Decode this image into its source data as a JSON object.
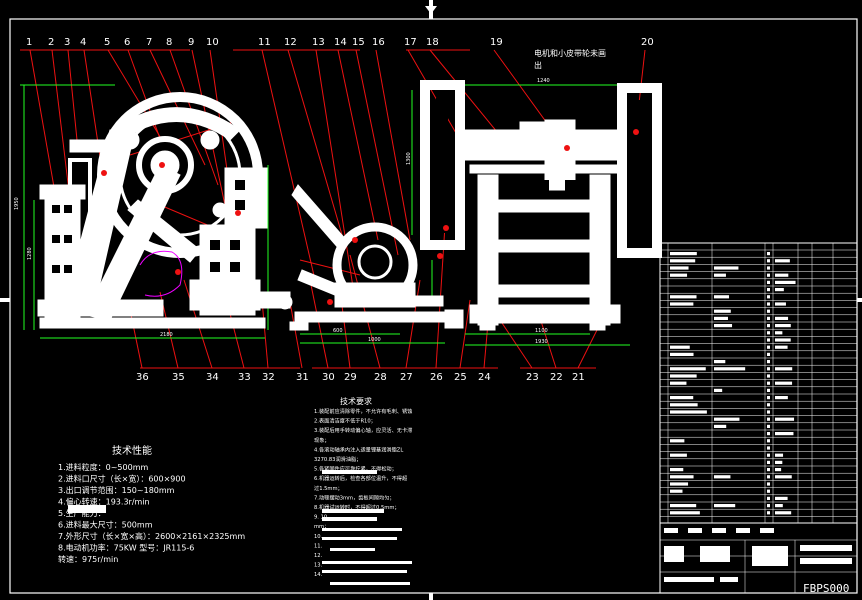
{
  "balloons_top": [
    "1",
    "2",
    "3",
    "4",
    "5",
    "6",
    "7",
    "8",
    "9",
    "10",
    "11",
    "12",
    "13",
    "14",
    "15",
    "16",
    "17",
    "18",
    "19",
    "20"
  ],
  "balloons_bottom": [
    "36",
    "35",
    "34",
    "33",
    "32",
    "31",
    "30",
    "29",
    "28",
    "27",
    "26",
    "25",
    "24",
    "23",
    "22",
    "21"
  ],
  "view_note": [
    "电机和小皮带轮未画",
    "出"
  ],
  "dims": {
    "left_height_1": "1950",
    "left_height_2": "1280",
    "left_width": "2180",
    "mid_width_1": "600",
    "mid_width_2": "1000",
    "right_top": "1240",
    "right_height": "1300",
    "right_width_1": "1100",
    "right_width_2": "1930"
  },
  "performance": {
    "title": "技术性能",
    "items": [
      "1.进料粒度：0~500mm",
      "2.进料口尺寸（长×宽）：600×900",
      "3.出口调节范围：150~180mm",
      "4.偏心转速：193.3r/min",
      "5.生产能力：",
      "6.进料最大尺寸：500mm",
      "7.外形尺寸（长×宽×高）：2600×2161×2325mm",
      "8.电动机功率：75KW 型号：JR115-6",
      "  转速：975r/min"
    ]
  },
  "requirements": {
    "title": "技术要求",
    "lines": [
      "1.装配前应清除零件，不允许有毛刺、锈蚀",
      "2.表面清洁度不低于R10；",
      "3.装配后用手转动偏心轴，应灵活、无卡滞",
      "   现象；",
      "4.各滚动轴承内注入适量锂基润滑脂ZL",
      "3270.83润滑油脂；",
      "5.各紧固件应可靠拧紧，不得松动；",
      "6.机器运转后，检查各部位温升，不得超",
      "   过1.5mm；",
      "7.动颚摆动3mm，齿板间隙均匀；",
      "8.机器试运转时，不得超过0.5mm；",
      "9.                    10.",
      "mm；",
      "10.",
      "11.",
      "12.",
      "13.",
      "14."
    ]
  },
  "title_block": {
    "code": "FBPS000"
  }
}
